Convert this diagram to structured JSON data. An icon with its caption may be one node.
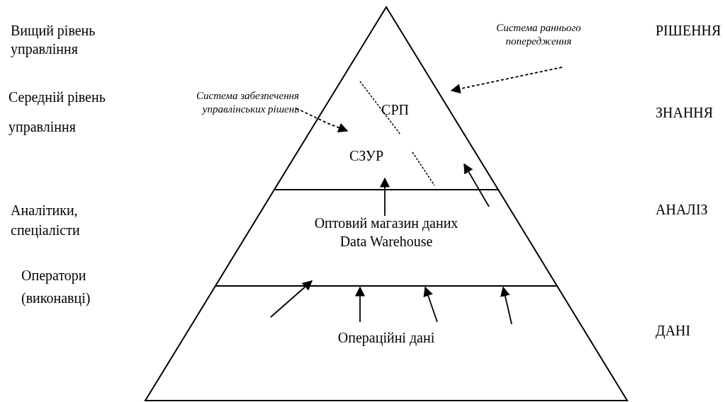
{
  "diagram": {
    "nodes": [
      {
        "text": [],
        "shape": "triangle"
      },
      {
        "text": [
          "СРП"
        ],
        "in": 0
      },
      {
        "text": [
          "СЗУР"
        ],
        "in": 0
      },
      {
        "text": [
          "Оптовий магазин даних Data Warehouse"
        ]
      },
      {
        "text": [
          "Операційні дані"
        ]
      },
      {
        "text": [
          "Система раннього попередження"
        ]
      },
      {
        "text": [
          "Система забезпечення управлінських рішень"
        ]
      }
    ],
    "edges": [
      {
        "from": 4,
        "to": 3,
        "arrow": "to"
      },
      {
        "from": 4,
        "to": 3,
        "arrow": "to"
      },
      {
        "from": 4,
        "to": 3,
        "arrow": "to"
      },
      {
        "from": 4,
        "to": 3,
        "arrow": "to"
      },
      {
        "from": 3,
        "to": 2,
        "arrow": "to"
      },
      {
        "from": 3,
        "to": 0,
        "arrow": "to"
      },
      {
        "from": 5,
        "to": 1,
        "arrow": "to",
        "style": "dashed"
      },
      {
        "from": 6,
        "to": 2,
        "arrow": "to",
        "style": "dashed"
      }
    ],
    "labels": [
      "Вищий рівень управління",
      "РІШЕННЯ",
      "Середній рівень управління",
      "ЗНАННЯ",
      "Аналітики, спеціалісти",
      "АНАЛІЗ",
      "Оператори (виконавці)",
      "ДАНІ"
    ]
  }
}
